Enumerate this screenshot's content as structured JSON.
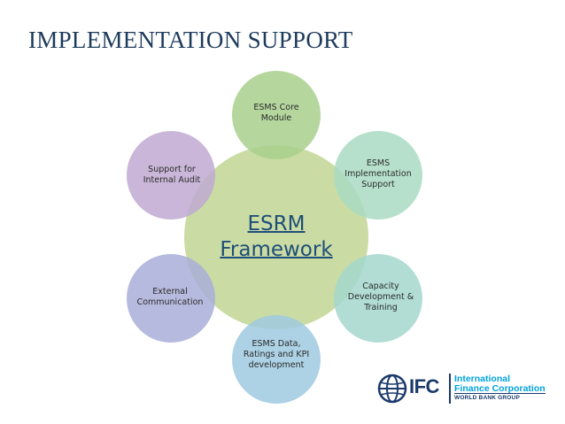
{
  "title": "IMPLEMENTATION SUPPORT",
  "center": {
    "line1": "ESRM",
    "line2": "Framework",
    "color": "#c5d99b"
  },
  "nodes": [
    {
      "id": "esms-core-module",
      "lines": [
        "ESMS Core",
        "Module"
      ],
      "color": "#a8d08d"
    },
    {
      "id": "esms-implementation-support",
      "lines": [
        "ESMS",
        "Implementation",
        "Support"
      ],
      "color": "#a9dbc3"
    },
    {
      "id": "capacity-development-training",
      "lines": [
        "Capacity",
        "Development &",
        "Training"
      ],
      "color": "#a3d7cc"
    },
    {
      "id": "esms-data-ratings-kpi",
      "lines": [
        "ESMS Data,",
        "Ratings and KPI",
        "development"
      ],
      "color": "#9fc9e0"
    },
    {
      "id": "external-communication",
      "lines": [
        "External",
        "Communication"
      ],
      "color": "#a9aed8"
    },
    {
      "id": "support-internal-audit",
      "lines": [
        "Support for",
        "Internal Audit"
      ],
      "color": "#bfa9d1"
    }
  ],
  "logo": {
    "abbr": "IFC",
    "line1": "International",
    "line2": "Finance Corporation",
    "group": "WORLD BANK GROUP"
  }
}
